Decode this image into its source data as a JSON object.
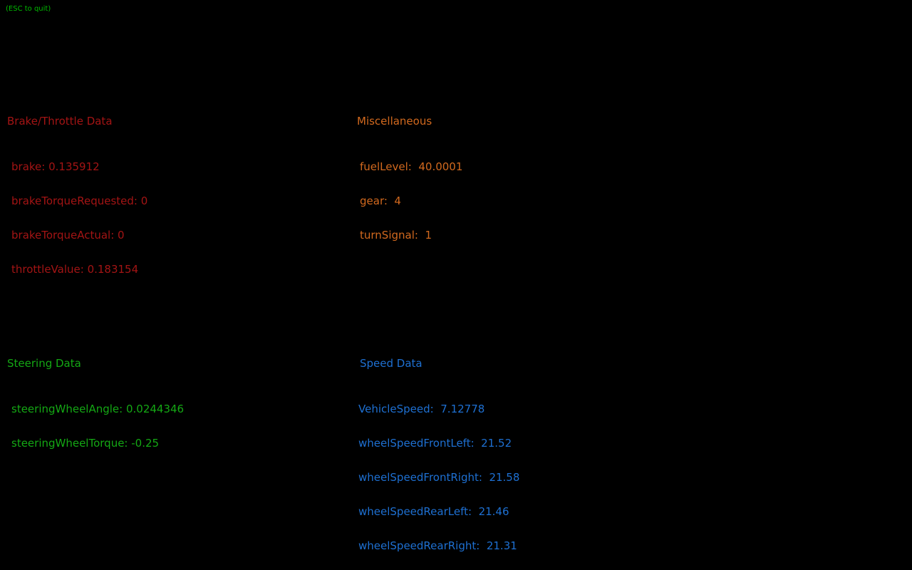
{
  "app": {
    "quit_hint": "(ESC to quit)",
    "quit_hint_color": "#00BB00",
    "background_color": "#000000"
  },
  "sections": {
    "brake_throttle": {
      "title": "Brake/Throttle Data",
      "color": "#A31414",
      "lines": [
        "brake: 0.135912",
        "brakeTorqueRequested: 0",
        "brakeTorqueActual: 0",
        "throttleValue: 0.183154"
      ]
    },
    "miscellaneous": {
      "title": "Miscellaneous",
      "color": "#D2691E",
      "lines": [
        "fuelLevel:  40.0001",
        "gear:  4",
        "turnSignal:  1"
      ]
    },
    "steering": {
      "title": "Steering Data",
      "color": "#14A814",
      "lines": [
        "steeringWheelAngle: 0.0244346",
        "steeringWheelTorque: -0.25"
      ]
    },
    "speed": {
      "title": "Speed Data",
      "color": "#1E70D2",
      "lines": [
        "VehicleSpeed:  7.12778",
        "wheelSpeedFrontLeft:  21.52",
        "wheelSpeedFrontRight:  21.58",
        "wheelSpeedRearLeft:  21.46",
        "wheelSpeedRearRight:  21.31"
      ]
    }
  }
}
